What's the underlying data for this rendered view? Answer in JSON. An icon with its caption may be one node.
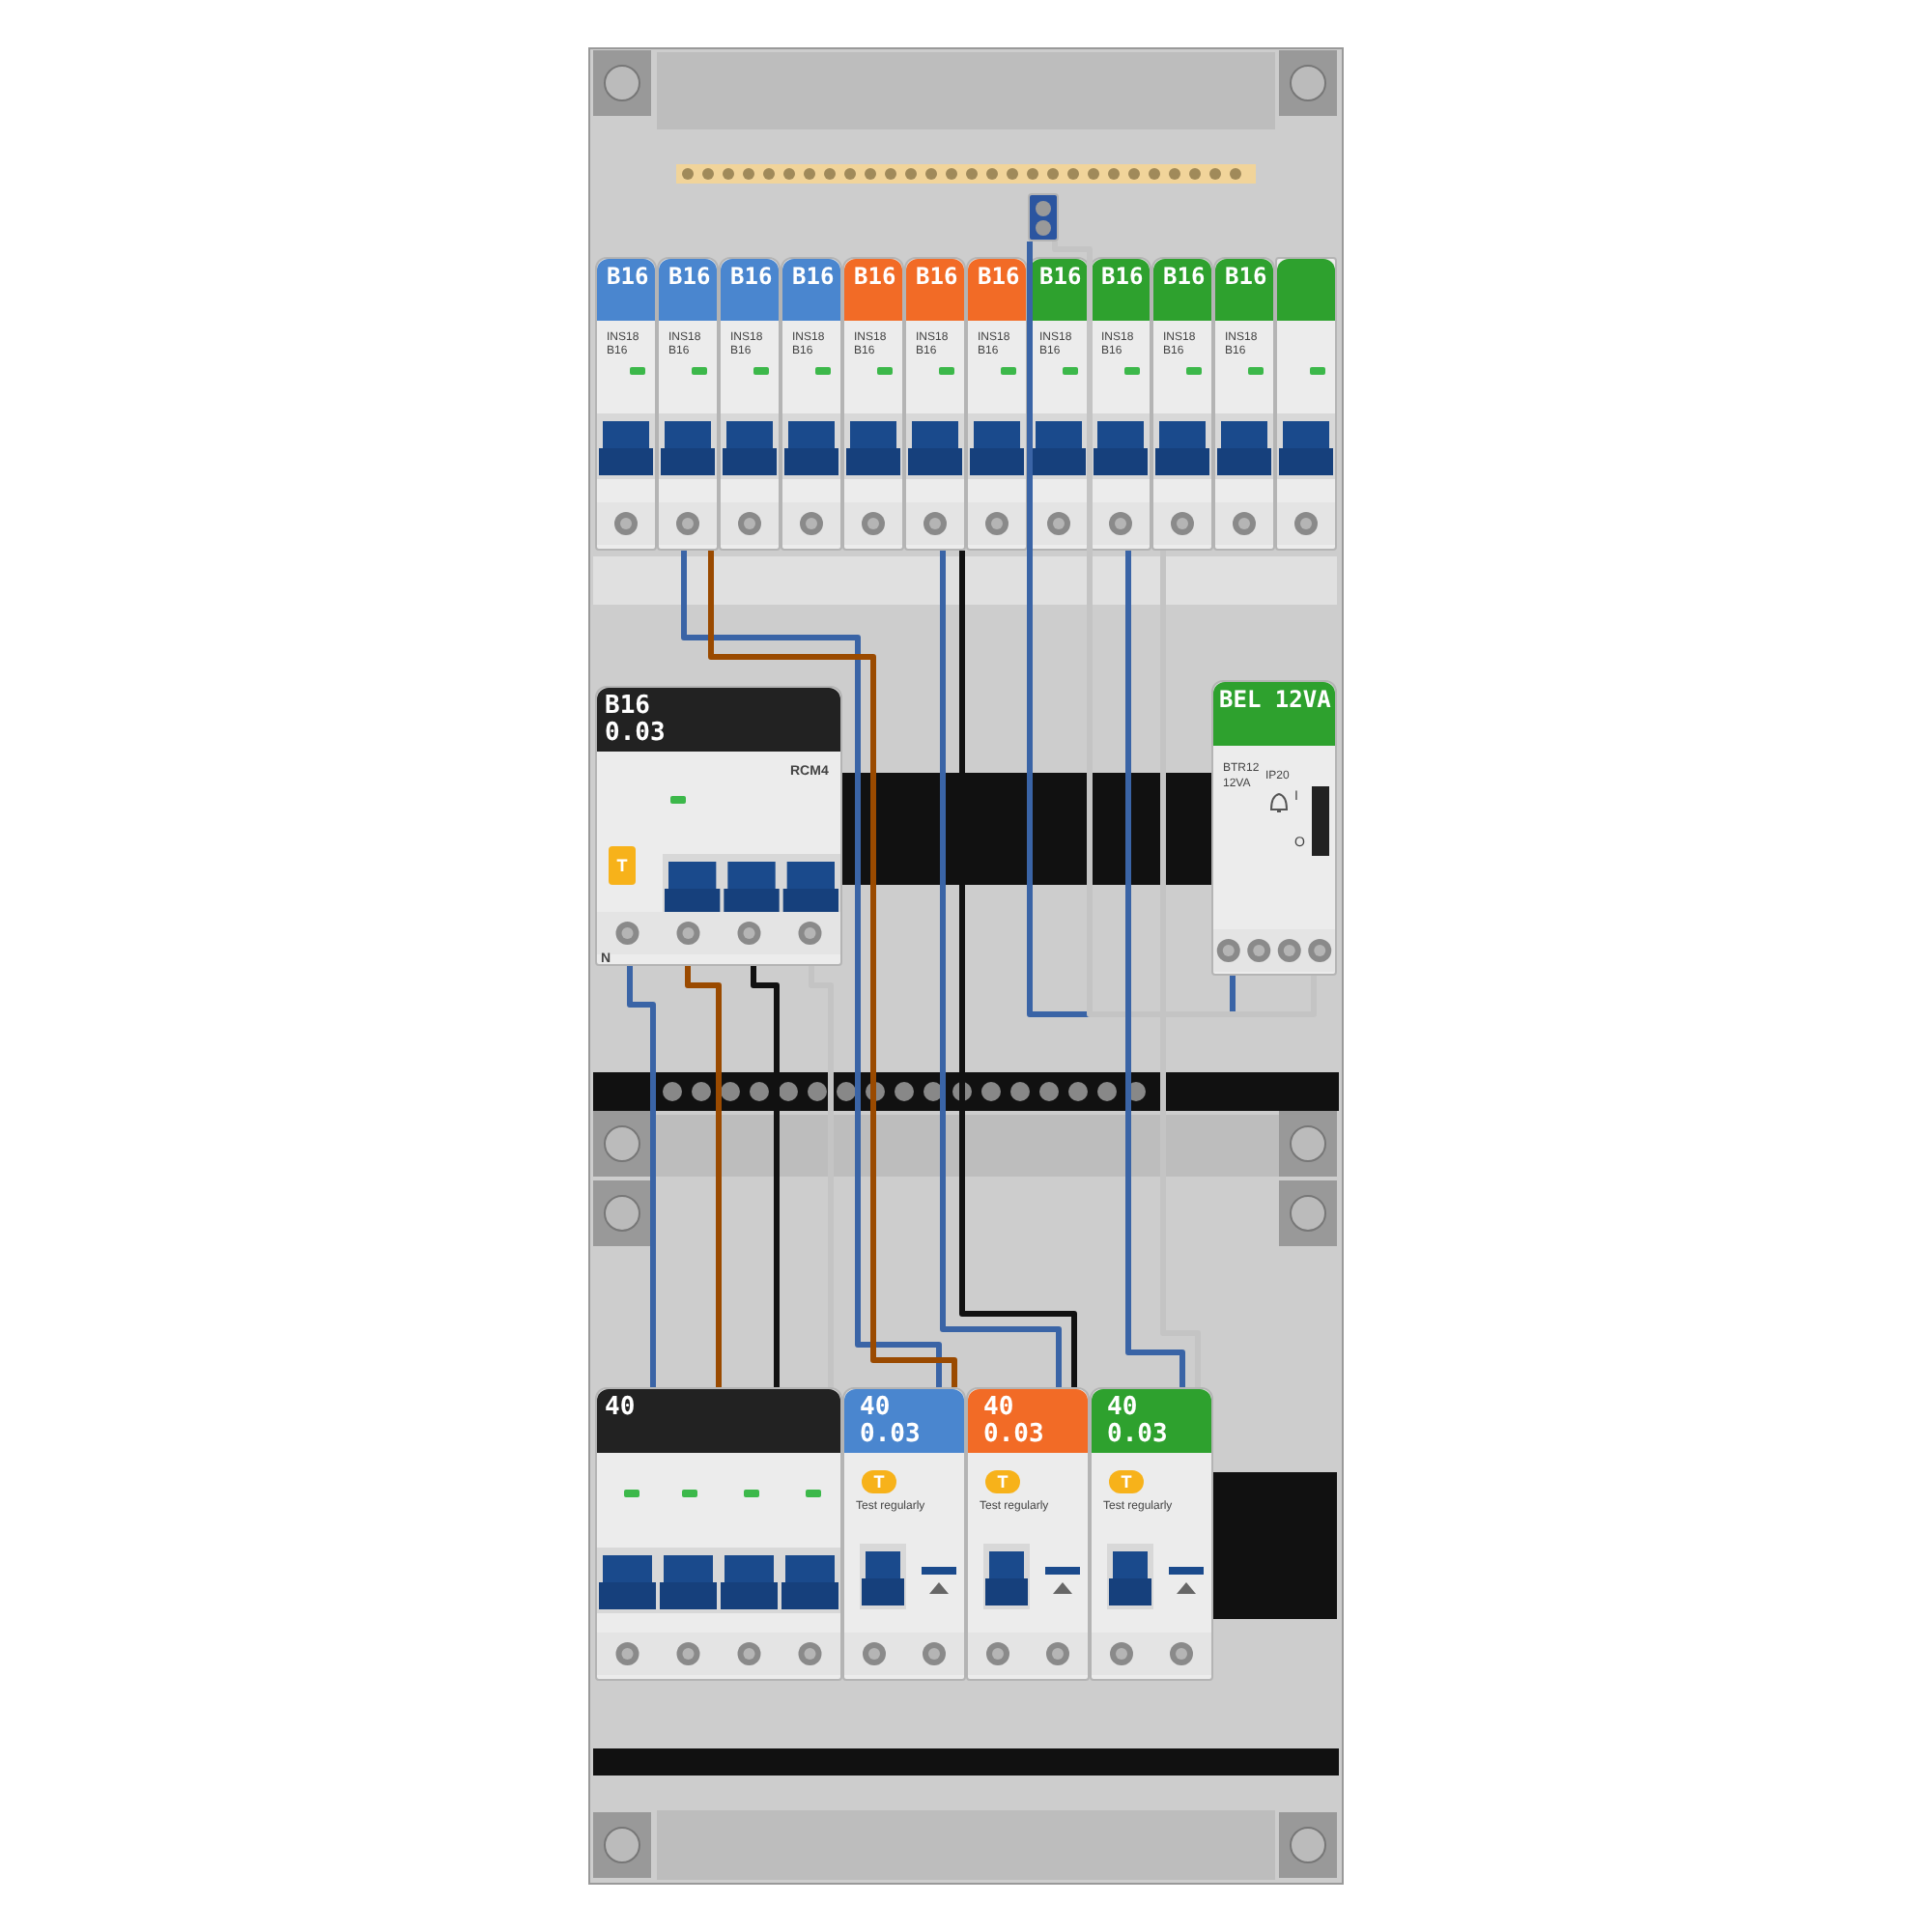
{
  "diagram": {
    "nodes": [
      {
        "text": [
          "B16",
          "INS18 B16"
        ]
      },
      {
        "text": [
          "B16",
          "INS18 B16"
        ]
      },
      {
        "text": [
          "B16",
          "INS18 B16"
        ]
      },
      {
        "text": [
          "B16",
          "INS18 B16"
        ]
      },
      {
        "text": [
          "B16",
          "INS18 B16"
        ]
      },
      {
        "text": [
          "B16",
          "INS18 B16"
        ]
      },
      {
        "text": [
          "B16",
          "INS18 B16"
        ]
      },
      {
        "text": [
          "B16",
          "INS18 B16"
        ]
      },
      {
        "text": [
          "B16",
          "INS18 B16"
        ]
      },
      {
        "text": [
          "B16",
          "INS18 B16"
        ]
      },
      {
        "text": [
          "B16",
          "INS18 B16"
        ]
      },
      {
        "text": [],
        "shape": "box"
      },
      {
        "text": [
          "B16 0.03",
          "T",
          "RCM4",
          "N"
        ]
      },
      {
        "text": [
          "BEL 12VA",
          "BTR12",
          "12VA",
          "IP20",
          "I",
          "O"
        ]
      },
      {
        "text": [
          "40"
        ]
      },
      {
        "text": [
          "40 0.03",
          "T",
          "Test regularly"
        ]
      },
      {
        "text": [
          "40 0.03",
          "T",
          "Test regularly"
        ]
      },
      {
        "text": [
          "40 0.03",
          "T",
          "Test regularly"
        ]
      },
      {
        "text": [],
        "shape": "box"
      }
    ],
    "edges": [
      {
        "from": 1,
        "to": 15,
        "arrow": "none"
      },
      {
        "from": 1,
        "to": 15,
        "arrow": "none",
        "color": "#9a4a00"
      },
      {
        "from": 5,
        "to": 16,
        "arrow": "none"
      },
      {
        "from": 5,
        "to": 16,
        "arrow": "none",
        "color": "#111111"
      },
      {
        "from": 18,
        "to": 13,
        "arrow": "none"
      },
      {
        "from": 18,
        "to": 13,
        "arrow": "none",
        "color": "#c4c4c4"
      },
      {
        "from": 8,
        "to": 17,
        "arrow": "none"
      },
      {
        "from": 9,
        "to": 17,
        "arrow": "none",
        "color": "#c4c4c4"
      },
      {
        "from": 12,
        "to": 14,
        "arrow": "none"
      },
      {
        "from": 12,
        "to": 14,
        "arrow": "none",
        "color": "#9a4a00"
      },
      {
        "from": 12,
        "to": 14,
        "arrow": "none",
        "color": "#111111"
      },
      {
        "from": 12,
        "to": 14,
        "arrow": "none",
        "color": "#c4c4c4"
      }
    ]
  }
}
